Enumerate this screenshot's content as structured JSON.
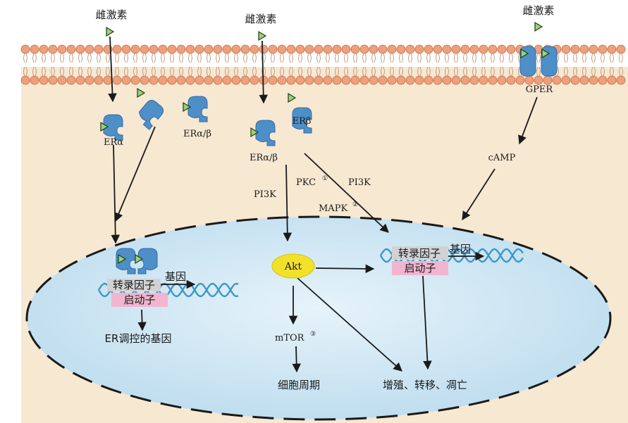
{
  "colors": {
    "cytoplasm": "#f7e8d2",
    "membrane_head": "#eda07c",
    "membrane_head_stroke": "#c66a44",
    "nucleus": "#cfe6f3",
    "receptor": "#4f8fc8",
    "receptor_dark": "#2f6aa6",
    "ligand": "#9ad17a",
    "dna": "#3f97c8",
    "tf_box": "#d2d2d2",
    "promoter_box": "#f1b5cf",
    "akt": "#f2e12a"
  },
  "icons": {
    "ligand": "triangle-ligand-icon",
    "receptor": "receptor-protein-icon",
    "dna": "dna-helix-icon"
  },
  "labels": {
    "estrogen_left": "雌激素",
    "estrogen_mid": "雌激素",
    "estrogen_right": "雌激素",
    "gper": "GPER",
    "er_alpha": "ERα",
    "er_alpha_beta_1": "ERα/β",
    "er_alpha_beta_2": "ERα/β",
    "er_beta": "ERβ",
    "camp": "cAMP",
    "pkc": "PKC",
    "pkc_ref": "①",
    "pi3k_right": "PI3K",
    "mapk": "MAPK",
    "mapk_ref": "②",
    "pi3k_left": "PI3K",
    "akt": "Akt",
    "mtor": "mTOR",
    "mtor_ref": "③",
    "cell_cycle": "细胞周期",
    "outcomes": "增殖、转移、凋亡",
    "tf_left": "转录因子",
    "gene_left": "基因",
    "promoter_left": "启动子",
    "tf_right": "转录因子",
    "gene_right": "基因",
    "promoter_right": "启动子",
    "er_genes": "ER调控的基因"
  }
}
